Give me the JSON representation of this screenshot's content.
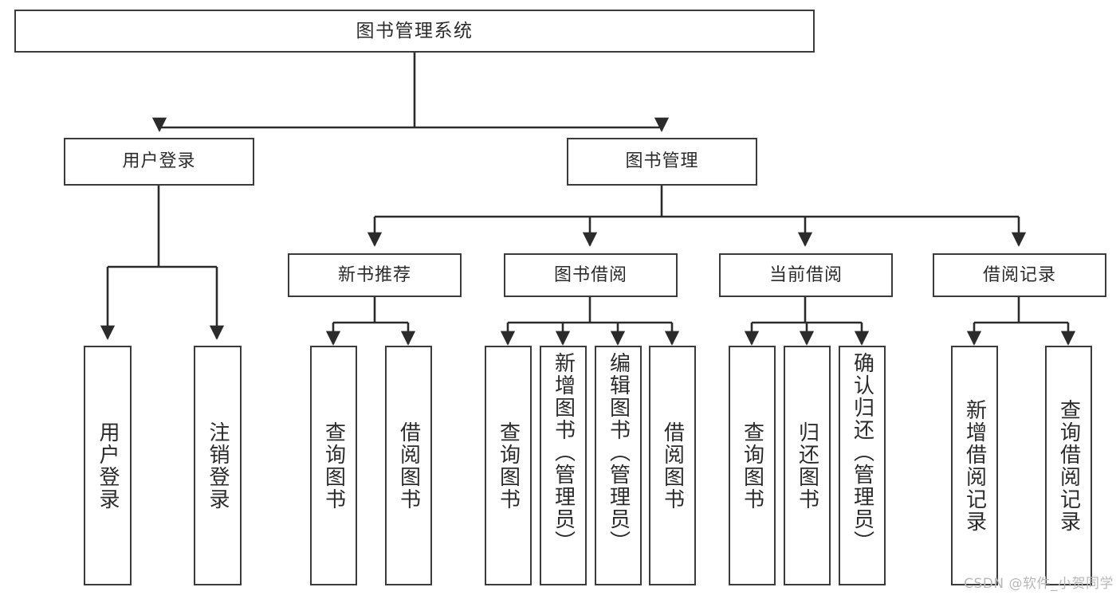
{
  "diagram": {
    "title": "图书管理系统",
    "watermark": "CSDN @软件_小贺同学",
    "stroke_color": "#3b3b3b",
    "text_color": "#2b2b2b",
    "background_color": "#ffffff",
    "root": {
      "label": "图书管理系统"
    },
    "level1": [
      {
        "label": "用户登录"
      },
      {
        "label": "图书管理"
      }
    ],
    "level2": [
      {
        "label": "新书推荐"
      },
      {
        "label": "图书借阅"
      },
      {
        "label": "当前借阅"
      },
      {
        "label": "借阅记录"
      }
    ],
    "leaves": {
      "user_login": [
        {
          "label": "用户登录"
        },
        {
          "label": "注销登录"
        }
      ],
      "new_book_recommend": [
        {
          "label": "查询图书"
        },
        {
          "label": "借阅图书"
        }
      ],
      "book_borrow": [
        {
          "label": "查询图书"
        },
        {
          "label": "新增图书（管理员）"
        },
        {
          "label": "编辑图书（管理员）"
        },
        {
          "label": "借阅图书"
        }
      ],
      "current_borrow": [
        {
          "label": "查询图书"
        },
        {
          "label": "归还图书"
        },
        {
          "label": "确认归还（管理员）"
        }
      ],
      "borrow_record": [
        {
          "label": "新增借阅记录"
        },
        {
          "label": "查询借阅记录"
        }
      ]
    }
  }
}
